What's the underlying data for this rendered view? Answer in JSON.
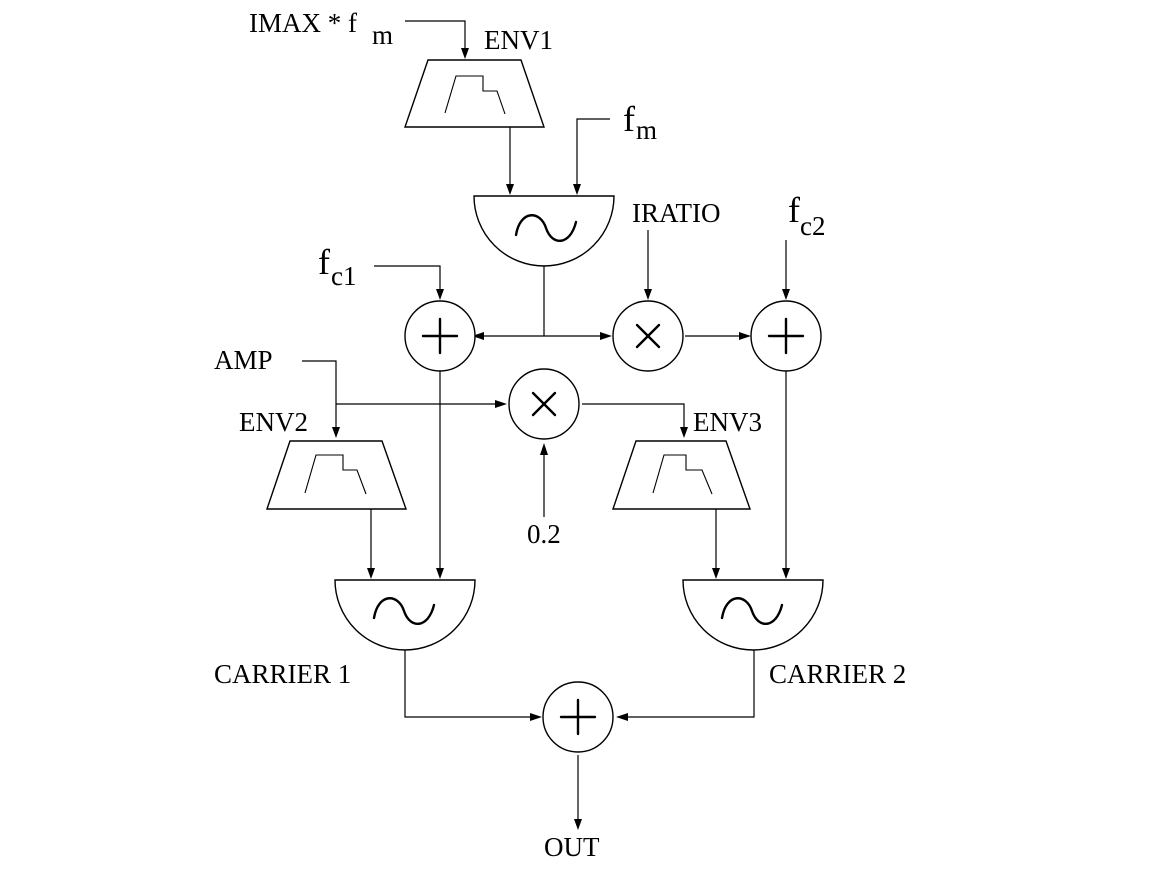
{
  "labels": {
    "imax_text": "IMAX * f",
    "imax_sub": "m",
    "fm_main": "f",
    "fm_sub": "m",
    "fc1_main": "f",
    "fc1_sub": "c1",
    "fc2_main": "f",
    "fc2_sub": "c2",
    "iratio": "IRATIO",
    "amp": "AMP",
    "env1": "ENV1",
    "env2": "ENV2",
    "env3": "ENV3",
    "const_02": "0.2",
    "carrier1": "CARRIER 1",
    "carrier2": "CARRIER 2",
    "out": "OUT"
  },
  "symbols": {
    "oscillator": "~",
    "adder": "+",
    "multiplier": "×"
  },
  "colors": {
    "stroke": "#000000",
    "background": "#ffffff"
  }
}
